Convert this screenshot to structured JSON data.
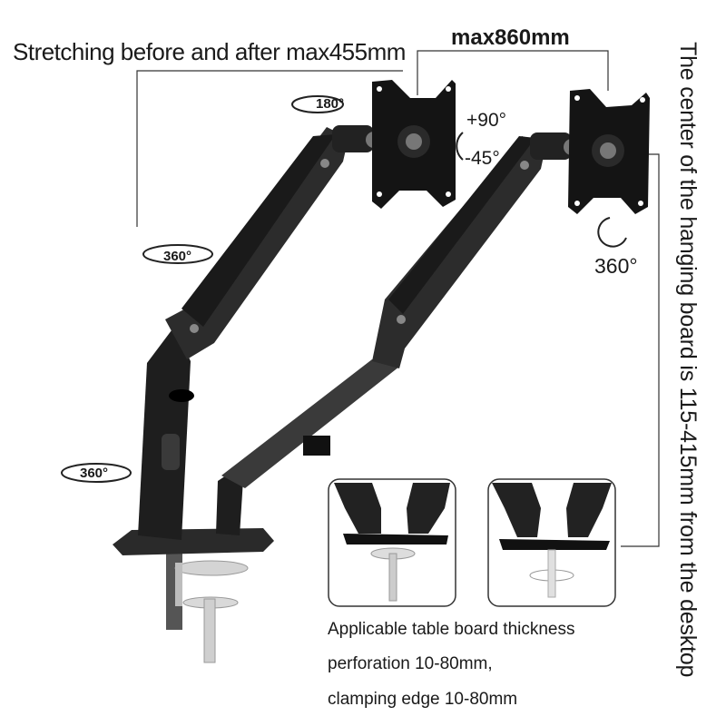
{
  "annotations": {
    "stretch": "Stretching before and after max455mm",
    "max_width": "max860mm",
    "vertical_note": "The center of the hanging board is 115-415mm from the desktop",
    "rotate_top": "180°",
    "rotate_middle": "360°",
    "rotate_bottom": "360°",
    "tilt_up": "+90°",
    "tilt_down": "-45°",
    "screen_rotation": "360°"
  },
  "specs": {
    "line1": "Applicable table board thickness",
    "line2": "perforation 10-80mm,",
    "line3": "clamping edge 10-80mm"
  },
  "colors": {
    "arm": "#2b2b2b",
    "arm_dark": "#111111",
    "metal": "#c8c8c8",
    "line": "#333333"
  }
}
